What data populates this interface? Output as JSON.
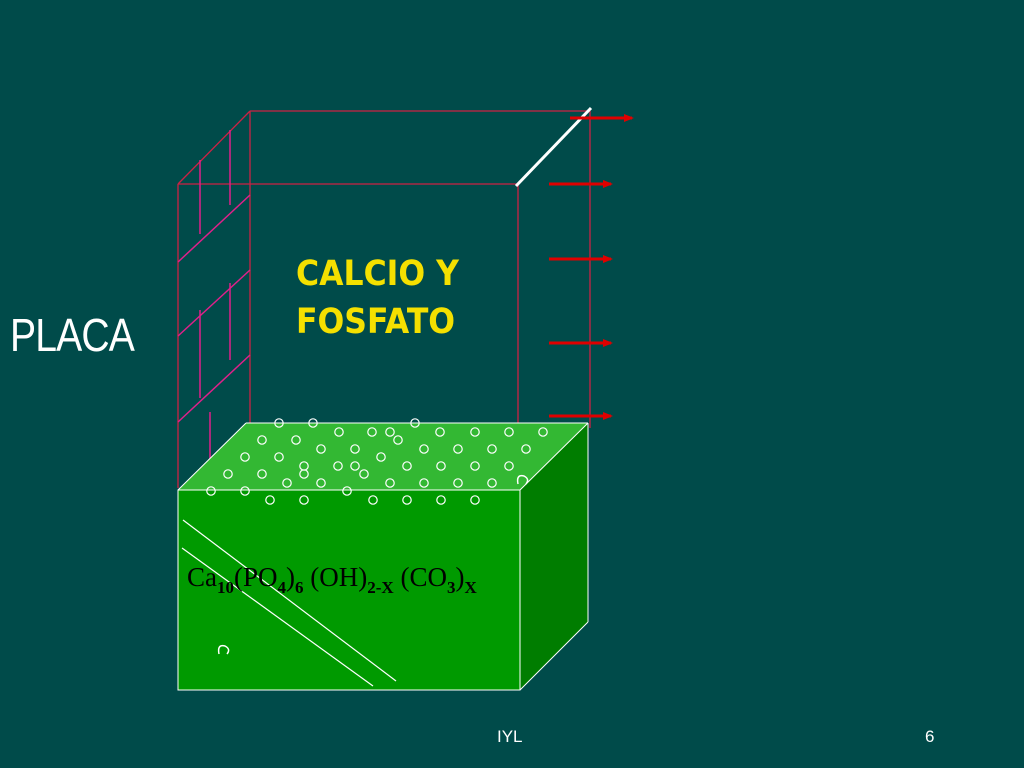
{
  "slide": {
    "label_left": "PLACA",
    "region_label_line1": "CALCIO Y",
    "region_label_line2": "FOSFATO",
    "formula": {
      "p1": "Ca",
      "s1": "10",
      "p2": "(PO",
      "s2": "4",
      "p3": ")",
      "s3": "6",
      "p4": " (OH)",
      "s4": "2-X",
      "p5": " (CO",
      "s5": "3",
      "p6": ")",
      "s6": "X"
    },
    "footer_text": "IYL",
    "page_number": "6"
  },
  "colors": {
    "background": "#004b4a",
    "region_text": "#f5e000",
    "arrow": "#e00000",
    "block_front": "#009a00",
    "block_top": "#33b833",
    "block_side": "#007d00",
    "frame": "#cc2244",
    "grid": "#e0208a"
  },
  "diagram": {
    "arrow_count": 5,
    "bubble_count": 48
  }
}
